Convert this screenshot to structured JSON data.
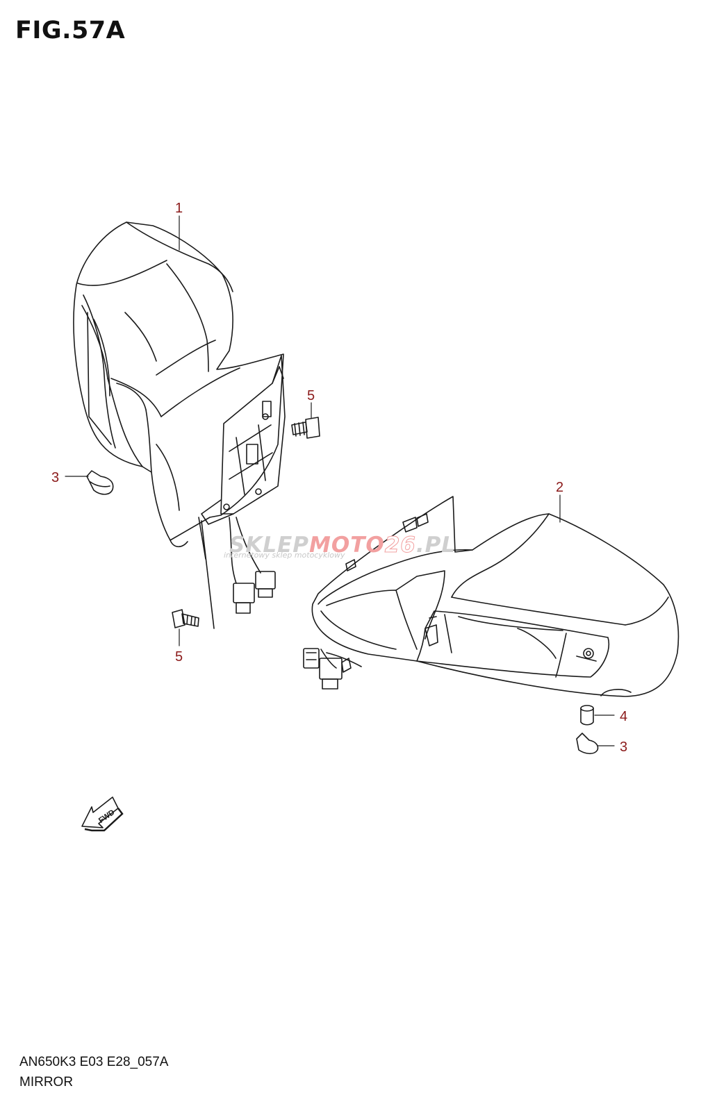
{
  "figure": {
    "title": "FIG.57A"
  },
  "callouts": [
    {
      "id": "c1",
      "label": "1"
    },
    {
      "id": "c2",
      "label": "2"
    },
    {
      "id": "c3a",
      "label": "3"
    },
    {
      "id": "c3b",
      "label": "3"
    },
    {
      "id": "c4",
      "label": "4"
    },
    {
      "id": "c5a",
      "label": "5"
    },
    {
      "id": "c5b",
      "label": "5"
    }
  ],
  "direction_arrow": {
    "label": "FWD"
  },
  "watermark": {
    "brand_part1": "SKLEP",
    "brand_part2": "MOTO",
    "brand_part3": "26",
    "brand_part4": ".PL",
    "tagline": "internetowy sklep motocyklowy"
  },
  "footer": {
    "code": "AN650K3 E03 E28_057A",
    "name": "MIRROR"
  },
  "colors": {
    "line": "#1a1a1a",
    "callout": "#8b1a1a",
    "watermark_grey": "#cfcfcf",
    "watermark_red": "#f2a0a0"
  }
}
